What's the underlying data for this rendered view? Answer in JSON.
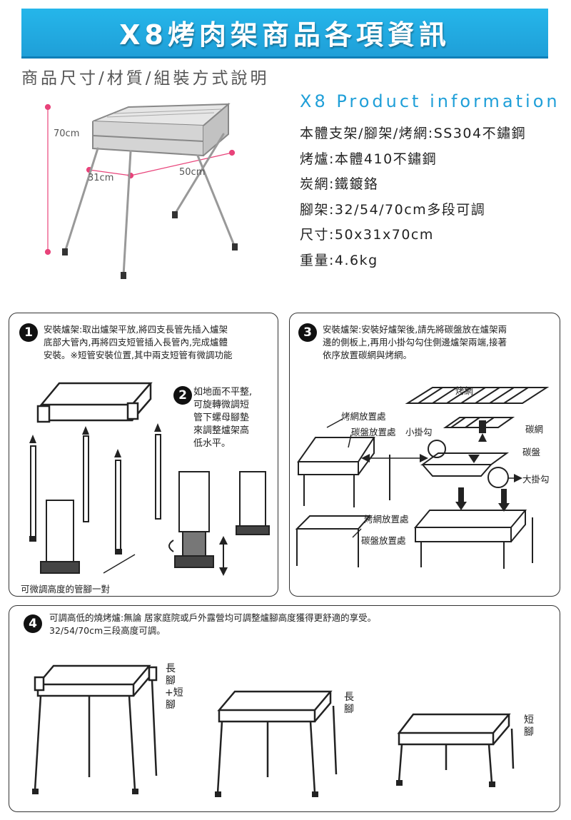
{
  "header": {
    "title": "X8烤肉架商品各項資訊",
    "subtitle": "商品尺寸/材質/組裝方式說明"
  },
  "dimensions": {
    "height": "70cm",
    "depth": "31cm",
    "width": "50cm"
  },
  "info": {
    "title": "X8 Product information",
    "specs": [
      "本體支架/腳架/烤網:SS304不鏽鋼",
      "烤爐:本體410不鏽鋼",
      "炭網:鐵鍍鉻",
      "腳架:32/54/70cm多段可調",
      "尺寸:50x31x70cm",
      "重量:4.6kg"
    ]
  },
  "steps": {
    "s1": {
      "num": "1",
      "lines": [
        "安裝爐架:取出爐架平放,將四支長管先插入爐架",
        "底部大管內,再將四支短管插入長管內,完成爐體",
        "安裝。※短管安裝位置,其中兩支短管有微調功能"
      ],
      "caption": "可微調高度的管腳一對"
    },
    "s2": {
      "num": "2",
      "lines": [
        "如地面不平整,",
        "可旋轉微調短",
        "管下螺母腳墊",
        "來調整爐架高",
        "低水平。"
      ]
    },
    "s3": {
      "num": "3",
      "lines": [
        "安裝爐架:安裝好爐架後,請先將碳盤放在爐架兩",
        "邊的側板上,再用小掛勾勾住側邊爐架兩端,接著",
        "依序放置碳網與烤網。"
      ],
      "labels": {
        "grill_net": "烤網",
        "grill_net_place": "烤網放置處",
        "tray_place": "碳盤放置處",
        "small_hook": "小掛勾",
        "carbon_net": "碳網",
        "carbon_tray": "碳盤",
        "big_hook": "大掛勾",
        "grill_net_place2": "烤網放置處",
        "tray_place2": "碳盤放置處"
      }
    },
    "s4": {
      "num": "4",
      "lines": [
        "可調高低的燒烤爐:無論 居家庭院或戶外露營均可調整爐腳高度獲得更舒適的享受。",
        "32/54/70cm三段高度可調。"
      ],
      "labels": {
        "long_short": "長腳+短腳",
        "long": "長腳",
        "short": "短腳"
      }
    }
  },
  "colors": {
    "banner": "#1f9fd8",
    "dimension_line": "#e8437a"
  }
}
